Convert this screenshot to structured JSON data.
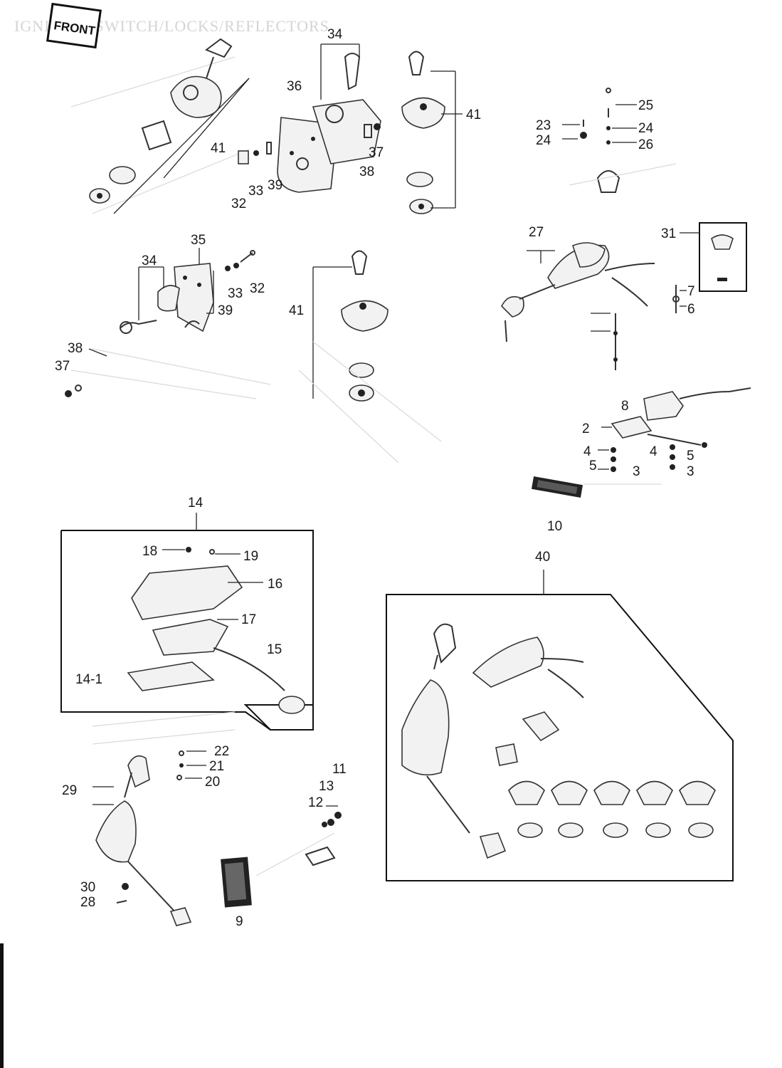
{
  "title": "IGNITION SWITCH/LOCKS/REFLECTORS",
  "badge": "FRONT",
  "callouts": {
    "c1": "34",
    "c2": "36",
    "c3": "41",
    "c4": "37",
    "c5": "38",
    "c6": "32",
    "c7": "33",
    "c8": "39",
    "c9": "41",
    "c10": "25",
    "c11": "23",
    "c12": "24",
    "c13": "24",
    "c14": "26",
    "c15": "27",
    "c16": "31",
    "c17": "7",
    "c18": "6",
    "c19": "35",
    "c20": "34",
    "c21": "33",
    "c22": "32",
    "c23": "39",
    "c24": "38",
    "c25": "37",
    "c26": "41",
    "c27": "8",
    "c28": "2",
    "c29": "4",
    "c30": "4",
    "c31": "5",
    "c32": "5",
    "c33": "3",
    "c34": "3",
    "c35": "10",
    "c36": "14",
    "c37": "18",
    "c38": "19",
    "c39": "16",
    "c40": "17",
    "c41": "15",
    "c42": "14-1",
    "c43": "40",
    "c44": "22",
    "c45": "21",
    "c46": "20",
    "c47": "29",
    "c48": "11",
    "c49": "13",
    "c50": "12",
    "c51": "30",
    "c52": "28",
    "c53": "9"
  }
}
